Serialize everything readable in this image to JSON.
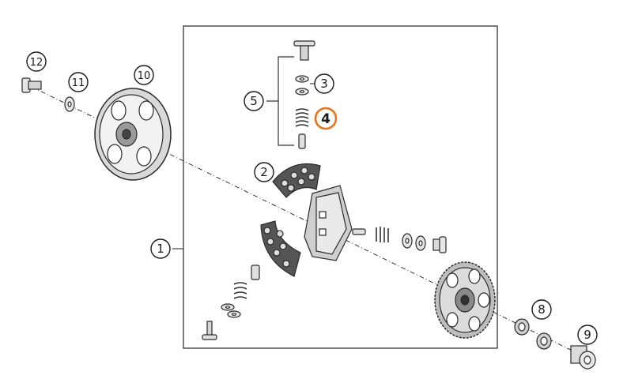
{
  "diagram": {
    "highlight_color": "#e8731a",
    "callouts": [
      {
        "id": "c1",
        "label": "1"
      },
      {
        "id": "c2",
        "label": "2"
      },
      {
        "id": "c3",
        "label": "3"
      },
      {
        "id": "c4",
        "label": "4",
        "highlighted": true
      },
      {
        "id": "c5",
        "label": "5"
      },
      {
        "id": "c8",
        "label": "8"
      },
      {
        "id": "c9",
        "label": "9"
      },
      {
        "id": "c10",
        "label": "10"
      },
      {
        "id": "c11",
        "label": "11"
      },
      {
        "id": "c12",
        "label": "12"
      }
    ]
  }
}
